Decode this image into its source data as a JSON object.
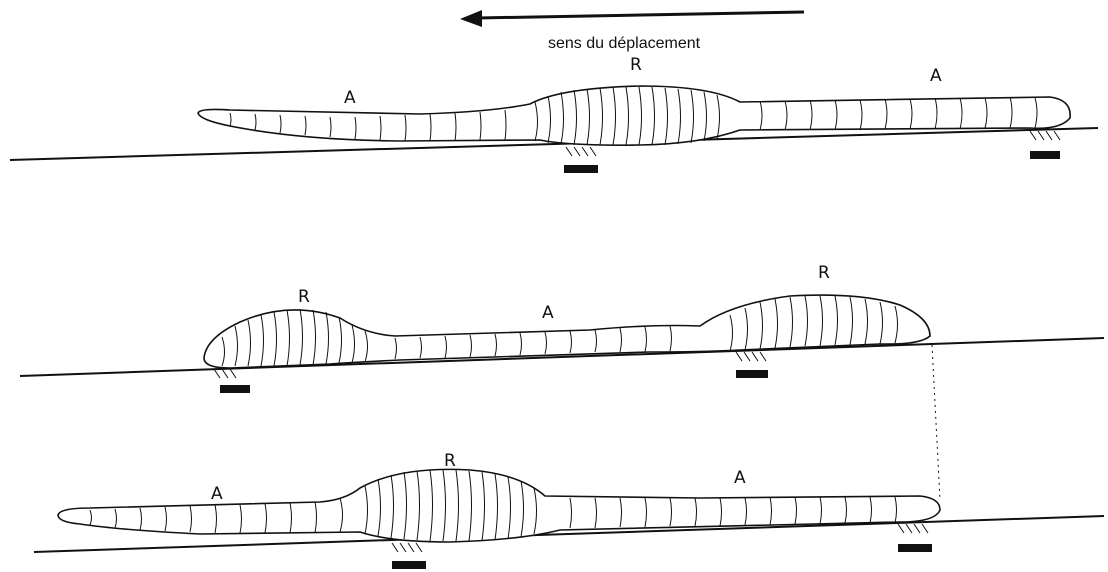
{
  "direction": {
    "text": "sens du déplacement"
  },
  "legend": {
    "contracted_label": "R",
    "extended_label": "A"
  },
  "panels": [
    {
      "regions": [
        "A",
        "R",
        "A"
      ]
    },
    {
      "regions": [
        "R",
        "A",
        "R"
      ]
    },
    {
      "regions": [
        "A",
        "R",
        "A"
      ]
    }
  ]
}
